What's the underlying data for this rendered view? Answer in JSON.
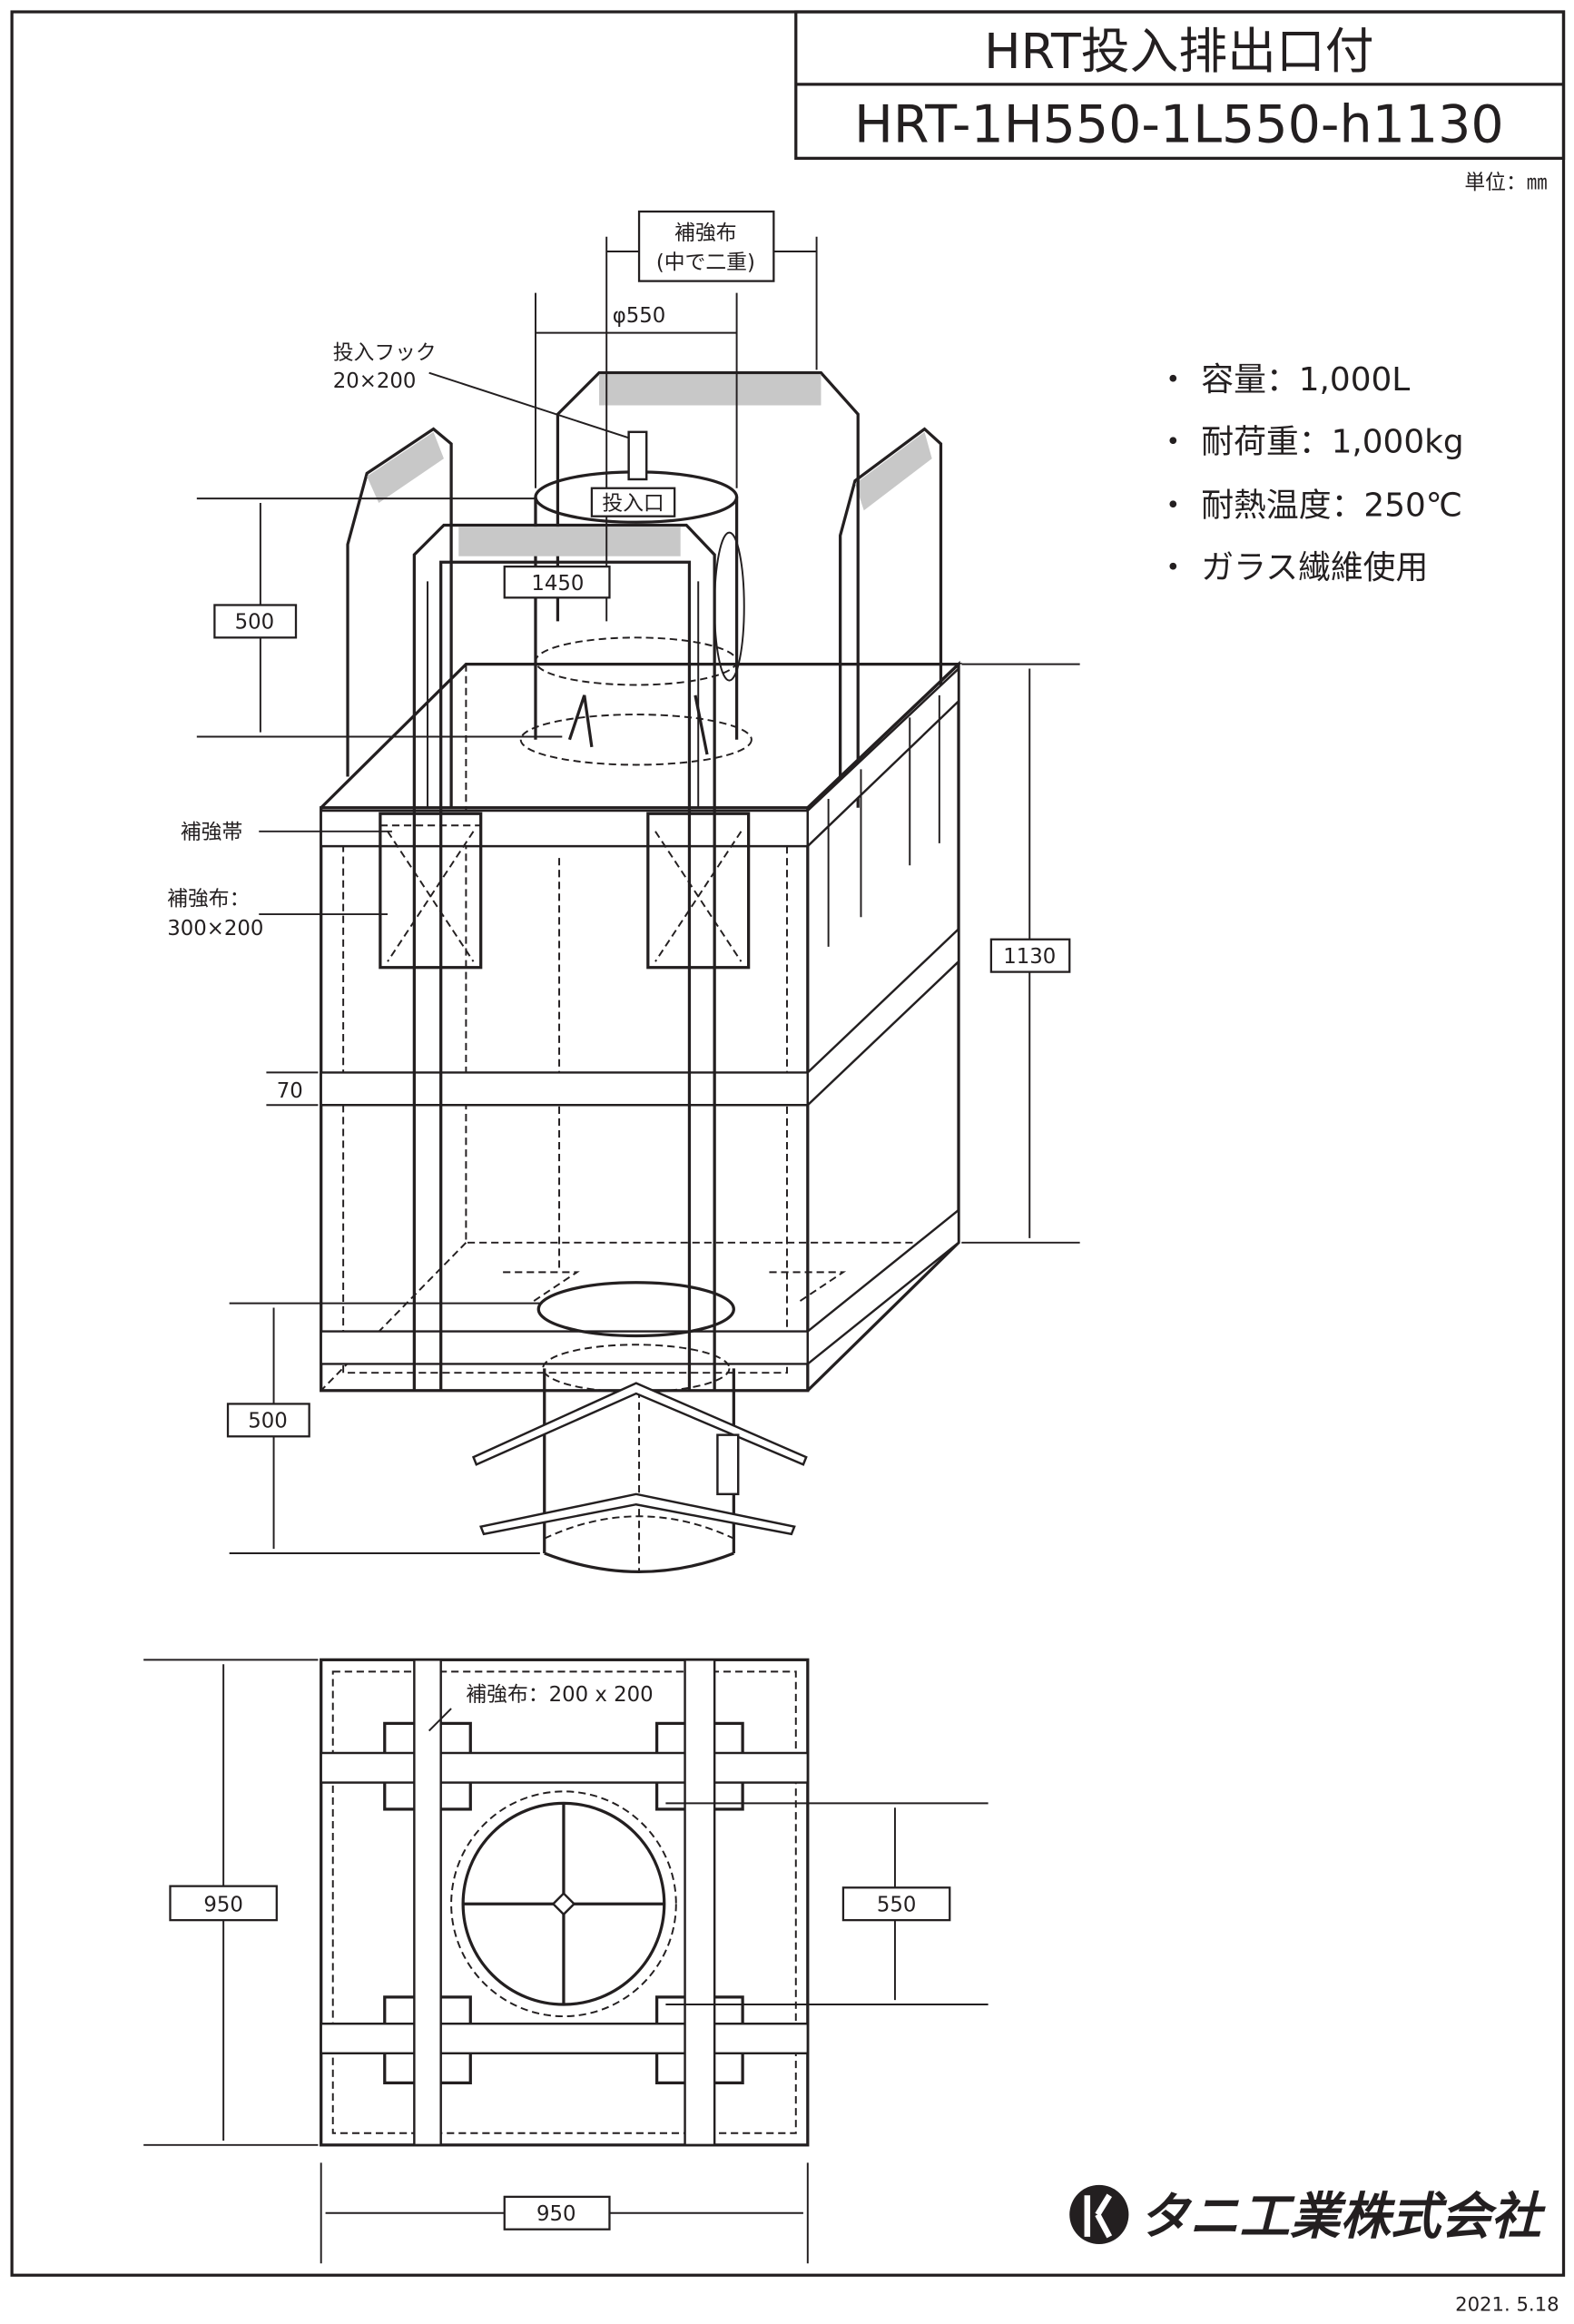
{
  "title": {
    "name": "HRT投入排出口付",
    "model": "HRT-1H550-1L550-h1130",
    "unit": "単位：㎜"
  },
  "specs": [
    {
      "bullet": "・",
      "text": "容量：1,000L"
    },
    {
      "bullet": "・",
      "text": "耐荷重：1,000kg"
    },
    {
      "bullet": "・",
      "text": "耐熱温度：250℃"
    },
    {
      "bullet": "・",
      "text": "ガラス繊維使用"
    }
  ],
  "labels": {
    "reinforce_top_1": "補強布",
    "reinforce_top_2": "(中で二重)",
    "phi": "φ550",
    "hook_1": "投入フック",
    "hook_2": "20×200",
    "inlet": "投入口",
    "loop_width": "1450",
    "top_height": "500",
    "belt": "補強帯",
    "reinforce_side_1": "補強布：",
    "reinforce_side_2": "300×200",
    "band_width": "70",
    "body_height": "1130",
    "bottom_height": "500",
    "reinforce_plan": "補強布：200 x 200",
    "plan_depth": "950",
    "outlet_dia": "550",
    "plan_width": "950"
  },
  "company": "タニ工業株式会社",
  "date": "2021. 5.18"
}
